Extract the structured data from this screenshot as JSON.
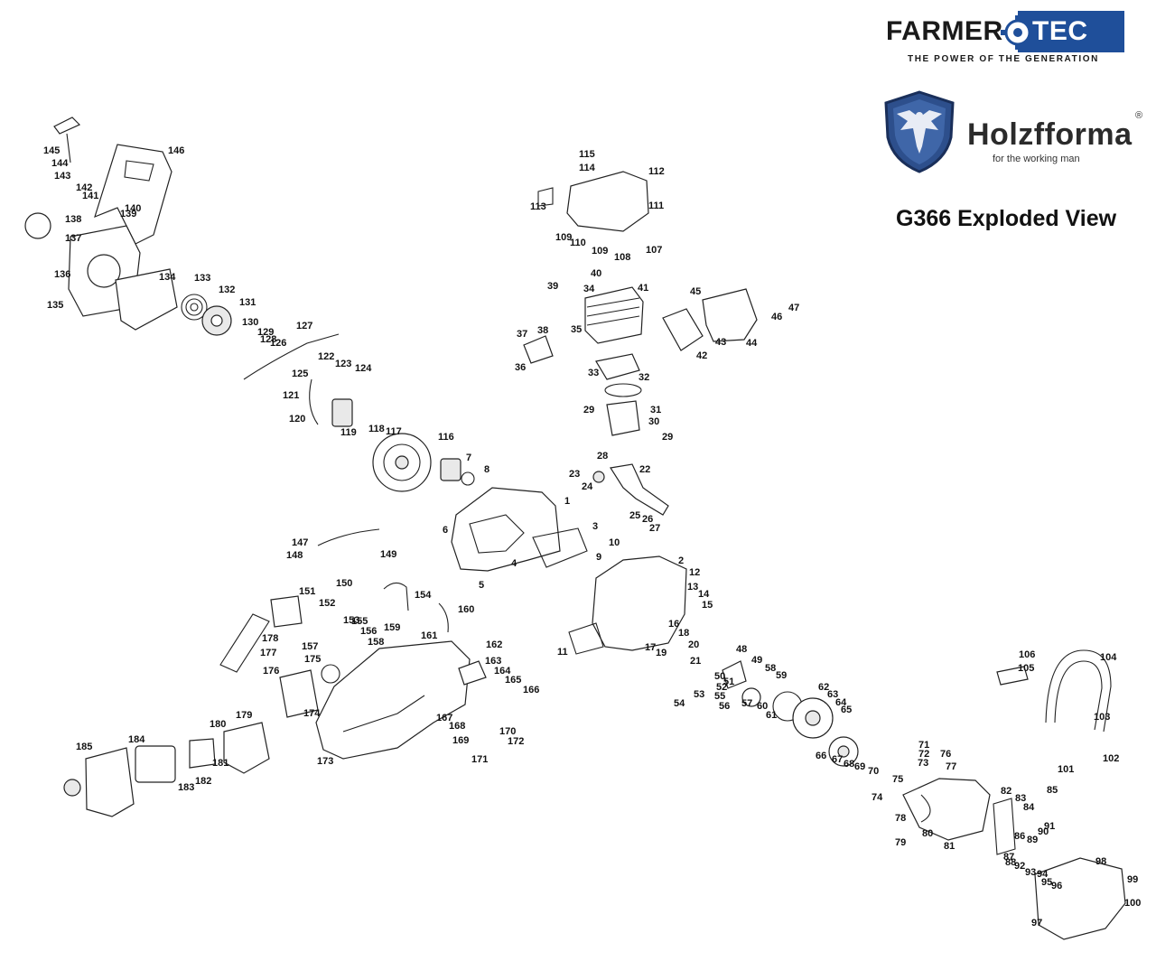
{
  "header": {
    "brand1": {
      "word_left": "FARMER",
      "word_right": "TEC",
      "tagline": "THE POWER OF THE GENERATION"
    },
    "brand2": {
      "name": "Holzfforma",
      "registered": "®",
      "tagline": "for the working man"
    },
    "title": "G366 Exploded View"
  },
  "colors": {
    "accent_blue": "#1f4f9a",
    "shield_blue": "#2d4f8c",
    "text": "#111111"
  },
  "part_numbers": [
    "1",
    "2",
    "3",
    "4",
    "5",
    "6",
    "7",
    "8",
    "9",
    "10",
    "11",
    "12",
    "13",
    "14",
    "15",
    "16",
    "17",
    "18",
    "19",
    "20",
    "21",
    "22",
    "23",
    "24",
    "25",
    "26",
    "27",
    "28",
    "29",
    "29",
    "30",
    "31",
    "32",
    "33",
    "34",
    "35",
    "36",
    "37",
    "38",
    "39",
    "40",
    "41",
    "42",
    "43",
    "44",
    "45",
    "46",
    "47",
    "48",
    "49",
    "50",
    "51",
    "52",
    "53",
    "54",
    "55",
    "56",
    "57",
    "58",
    "59",
    "60",
    "61",
    "62",
    "63",
    "64",
    "65",
    "66",
    "67",
    "68",
    "69",
    "70",
    "71",
    "72",
    "73",
    "74",
    "75",
    "76",
    "77",
    "78",
    "79",
    "80",
    "81",
    "82",
    "83",
    "84",
    "85",
    "86",
    "87",
    "88",
    "89",
    "90",
    "91",
    "92",
    "93",
    "94",
    "95",
    "96",
    "97",
    "98",
    "99",
    "100",
    "101",
    "102",
    "103",
    "104",
    "105",
    "106",
    "107",
    "108",
    "109",
    "109",
    "110",
    "111",
    "112",
    "113",
    "114",
    "115",
    "116",
    "117",
    "118",
    "119",
    "120",
    "121",
    "122",
    "123",
    "124",
    "125",
    "126",
    "127",
    "128",
    "129",
    "130",
    "131",
    "132",
    "133",
    "134",
    "135",
    "136",
    "137",
    "138",
    "139",
    "140",
    "141",
    "142",
    "143",
    "144",
    "145",
    "146",
    "147",
    "148",
    "149",
    "150",
    "151",
    "152",
    "153",
    "154",
    "155",
    "156",
    "157",
    "158",
    "159",
    "160",
    "161",
    "162",
    "163",
    "164",
    "165",
    "166",
    "167",
    "168",
    "169",
    "170",
    "171",
    "172",
    "173",
    "174",
    "175",
    "176",
    "177",
    "178",
    "179",
    "180",
    "181",
    "182",
    "183",
    "184",
    "185"
  ]
}
